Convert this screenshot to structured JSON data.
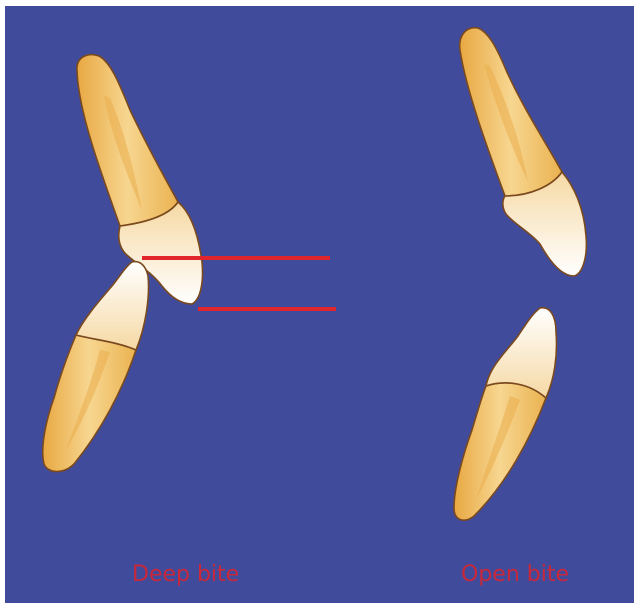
{
  "labels": {
    "deep_bite": "Deep bite",
    "open_bite": "Open bite"
  },
  "colors": {
    "background": "#414b9c",
    "label": "#c8283a",
    "marker_line": "#e0252c",
    "root": "#f0bd5c",
    "crown": "#fff8ee",
    "outline": "#7a4a1e"
  },
  "figures": {
    "deep_bite": {
      "upper_tooth": "upper-incisor",
      "lower_tooth": "lower-incisor",
      "marker_lines": 2
    },
    "open_bite": {
      "upper_tooth": "upper-incisor",
      "lower_tooth": "lower-incisor"
    }
  }
}
